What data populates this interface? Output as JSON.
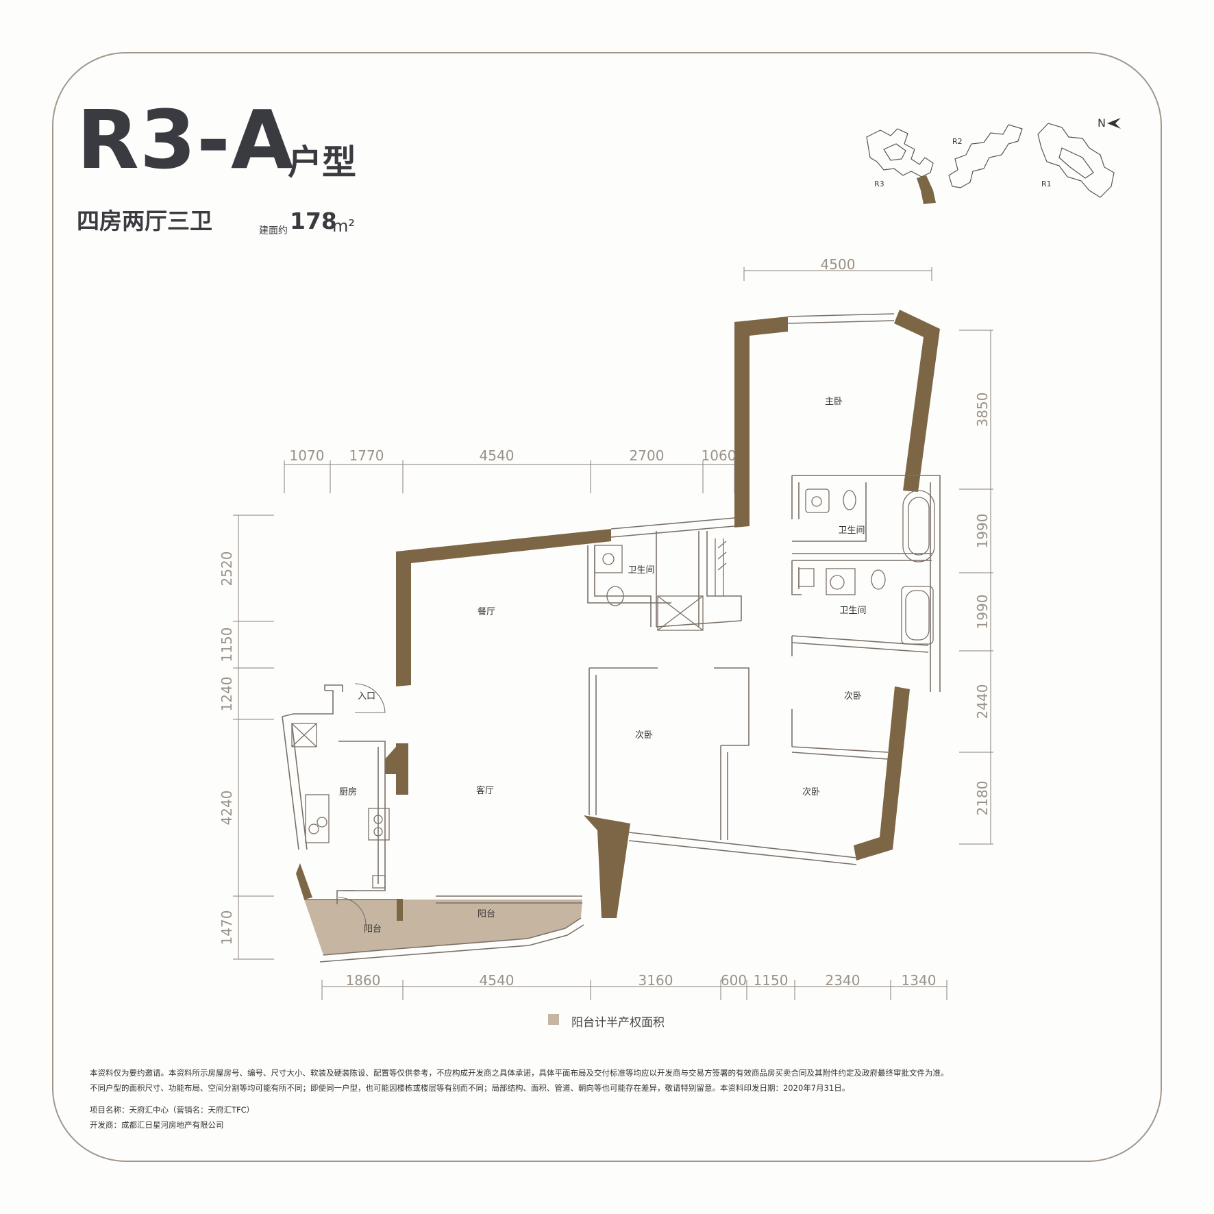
{
  "header": {
    "title": "R3-A",
    "title_suffix": "户型",
    "subtitle": "四房两厅三卫",
    "area_label": "建面约",
    "area_value": "178",
    "area_unit": "m²"
  },
  "key_plan": {
    "compass": "N",
    "buildings": [
      "R3",
      "R2",
      "R1"
    ]
  },
  "rooms": {
    "master_bedroom": "主卧",
    "bathroom_a": "卫生间",
    "bathroom_b": "卫生间",
    "bathroom_c": "卫生间",
    "dining": "餐厅",
    "living": "客厅",
    "entry": "入口",
    "kitchen": "厨房",
    "bedroom_a": "次卧",
    "bedroom_b": "次卧",
    "bedroom_c": "次卧",
    "balcony_a": "阳台",
    "balcony_b": "阳台"
  },
  "dimensions": {
    "top_upper": "4500",
    "top_lower": [
      "1070",
      "1770",
      "4540",
      "2700",
      "1060"
    ],
    "bottom": [
      "1860",
      "4540",
      "3160",
      "600",
      "1150",
      "2340",
      "1340"
    ],
    "left": [
      "2520",
      "1150",
      "1240",
      "4240",
      "1470"
    ],
    "right": [
      "3850",
      "1990",
      "1990",
      "2440",
      "2180"
    ]
  },
  "legend": {
    "text": "阳台计半产权面积",
    "swatch_color": "#c6b6a1"
  },
  "colors": {
    "wall": "#7d6646",
    "balcony": "#c6b6a1",
    "card_border": "#a2968a"
  },
  "disclaimer": {
    "line1": "本资料仅为要约邀请。本资料所示房屋房号、编号、尺寸大小、软装及硬装陈设、配置等仅供参考，不应构成开发商之具体承诺，具体平面布局及交付标准等均应以开发商与交易方签署的有效商品房买卖合同及其附件约定及政府最终审批文件为准。",
    "line2": "不同户型的面积尺寸、功能布局、空间分割等均可能有所不同；即使同一户型，也可能因楼栋或楼层等有别而不同；局部结构、面积、管道、朝向等也可能存在差异，敬请特别留意。本资料印发日期：2020年7月31日。",
    "project": "项目名称：天府汇中心（营销名：天府汇TFC）",
    "developer": "开发商：成都汇日星河房地产有限公司"
  }
}
